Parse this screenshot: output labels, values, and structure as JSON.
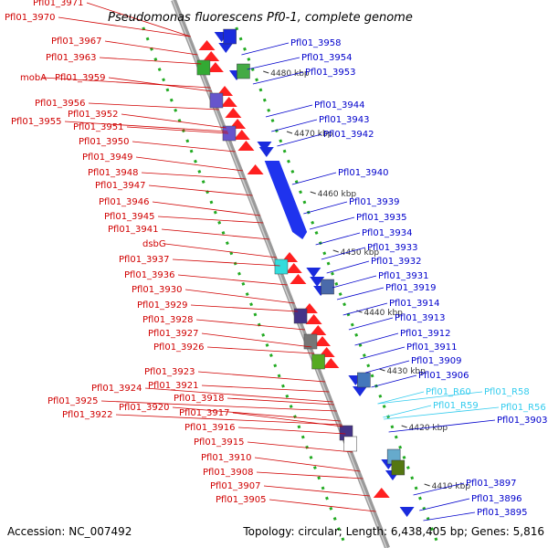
{
  "title": "Pseudomonas fluorescens Pf0-1, complete genome",
  "footer": {
    "accession": "Accession: NC_007492",
    "topology": "Topology: circular; Length: 6,438,405 bp; Genes: 5,816"
  },
  "colors": {
    "forward_label": "#d00000",
    "reverse_label": "#0000cc",
    "rna_label": "#33ccee",
    "backbone": "#888888",
    "tick": "#22aa22"
  },
  "ruler": [
    "4480 kbp",
    "4470 kbp",
    "4460 kbp",
    "4450 kbp",
    "4440 kbp",
    "4430 kbp",
    "4420 kbp",
    "4410 kbp"
  ],
  "forward_labels": [
    "Pfl01_3971",
    "Pfl01_3970",
    "Pfl01_3967",
    "Pfl01_3963",
    "mobA",
    "Pfl01_3959",
    "Pfl01_3956",
    "Pfl01_3955",
    "Pfl01_3952",
    "Pfl01_3951",
    "Pfl01_3950",
    "Pfl01_3949",
    "Pfl01_3948",
    "Pfl01_3947",
    "Pfl01_3946",
    "Pfl01_3945",
    "Pfl01_3941",
    "dsbG",
    "Pfl01_3937",
    "Pfl01_3936",
    "Pfl01_3930",
    "Pfl01_3929",
    "Pfl01_3928",
    "Pfl01_3927",
    "Pfl01_3926",
    "Pfl01_3923",
    "Pfl01_3924",
    "Pfl01_3921",
    "Pfl01_3925",
    "Pfl01_3920",
    "Pfl01_3918",
    "Pfl01_3922",
    "Pfl01_3917",
    "Pfl01_3916",
    "Pfl01_3915",
    "Pfl01_3910",
    "Pfl01_3908",
    "Pfl01_3907",
    "Pfl01_3905"
  ],
  "reverse_labels": [
    "Pfl01_3958",
    "Pfl01_3954",
    "Pfl01_3953",
    "Pfl01_3944",
    "Pfl01_3943",
    "Pfl01_3942",
    "Pfl01_3940",
    "Pfl01_3939",
    "Pfl01_3935",
    "Pfl01_3934",
    "Pfl01_3933",
    "Pfl01_3932",
    "Pfl01_3931",
    "Pfl01_3919",
    "Pfl01_3914",
    "Pfl01_3913",
    "Pfl01_3912",
    "Pfl01_3911",
    "Pfl01_3909",
    "Pfl01_3906",
    "Pfl01_R60",
    "Pfl01_R58",
    "Pfl01_R59",
    "Pfl01_R56",
    "Pfl01_3903",
    "Pfl01_3897",
    "Pfl01_3896",
    "Pfl01_3895"
  ],
  "rna_labels": [
    "Pfl01_R60",
    "Pfl01_R58",
    "Pfl01_R59",
    "Pfl01_R56"
  ]
}
